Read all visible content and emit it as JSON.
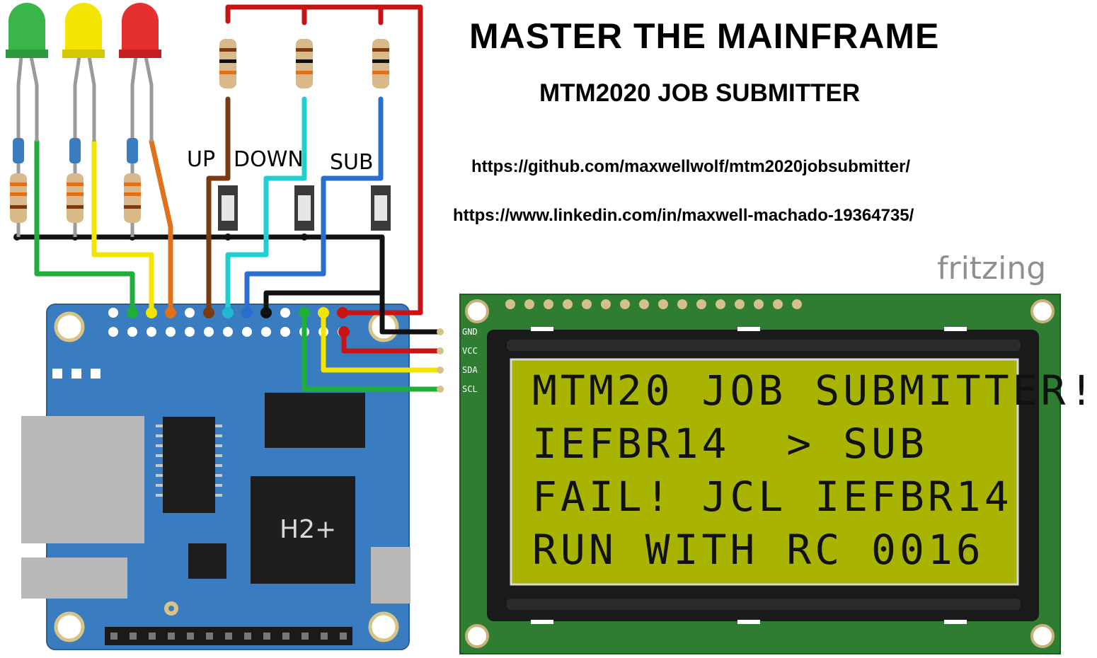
{
  "header": {
    "title": "MASTER THE MAINFRAME",
    "subtitle": "MTM2020 JOB SUBMITTER"
  },
  "links": {
    "github": "https://github.com/maxwellwolf/mtm2020jobsubmitter/",
    "linkedin": "https://www.linkedin.com/in/maxwell-machado-19364735/"
  },
  "logo": {
    "text": "fritzing"
  },
  "buttons": {
    "up": "UP",
    "down": "DOWN",
    "sub": "SUB"
  },
  "lcd_pins": {
    "gnd": "GND",
    "vcc": "VCC",
    "sda": "SDA",
    "scl": "SCL"
  },
  "lcd": {
    "line1": "MTM20 JOB SUBMITTER!",
    "line2": "IEFBR14  > SUB",
    "line3": "FAIL! JCL IEFBR14",
    "line4": "RUN WITH RC 0016"
  },
  "board": {
    "chip_label": "H2+"
  },
  "colors": {
    "led_green": "#39b54a",
    "led_yellow": "#f2e600",
    "led_red": "#e63030",
    "board_blue": "#3a7cc0",
    "lcd_pcb": "#2e7d32",
    "lcd_screen": "#a8b400",
    "wire_red": "#c81414",
    "wire_black": "#111111"
  }
}
